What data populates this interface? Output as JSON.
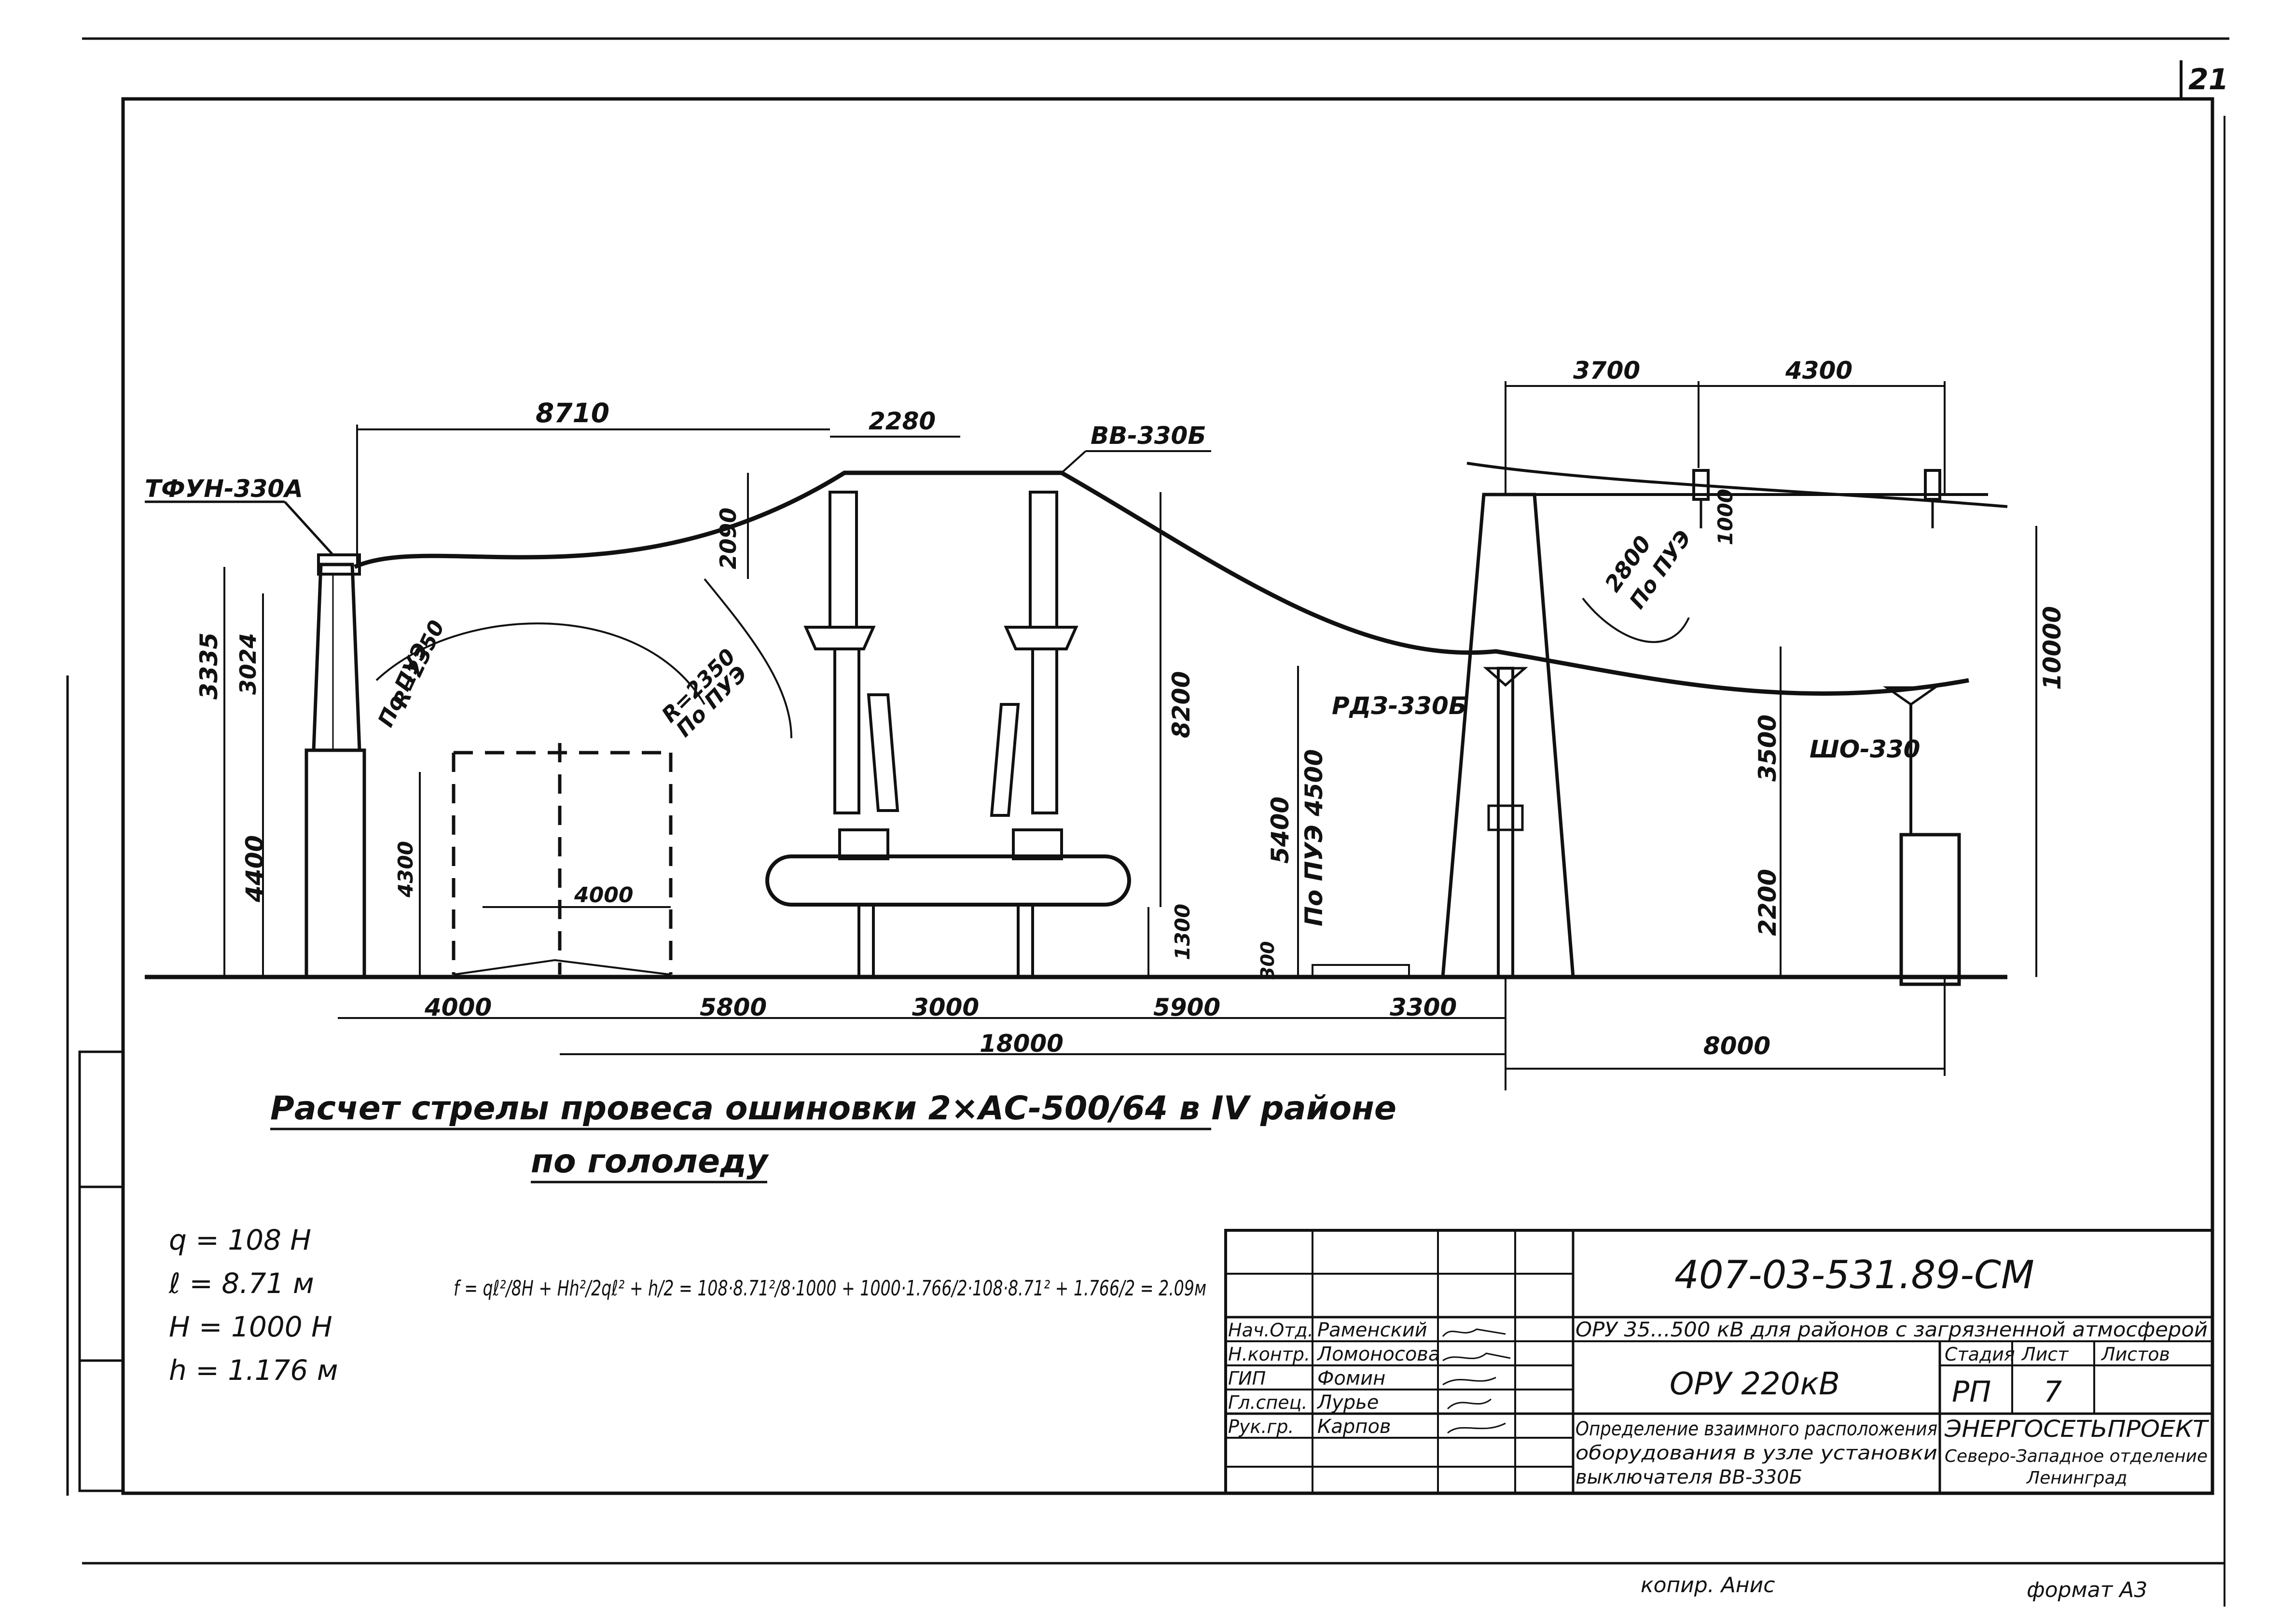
{
  "sheet": {
    "page_number": "21",
    "copied_label": "копир. Анис",
    "format_label": "формат А3"
  },
  "equipment": {
    "tfun": "ТФУН-330А",
    "vv": "ВВ-330Б",
    "rdz": "РДЗ-330Б",
    "sho": "ШО-330"
  },
  "dimensions": {
    "d8710": "8710",
    "d2280": "2280",
    "d3700": "3700",
    "d4300_top": "4300",
    "d2090": "2090",
    "d1000": "1000",
    "d2800": "2800",
    "d2800_note": "По ПУЭ",
    "d10000": "10000",
    "d3335": "3335",
    "d3024": "3024",
    "r2350_left": "R=2350",
    "r2350_left_note": "По ПУЭ",
    "r2350_right": "R=2350",
    "r2350_right_note": "По ПУЭ",
    "d8200": "8200",
    "d5400": "5400",
    "d5400_note": "По ПУЭ 4500",
    "d3500": "3500",
    "d4400": "4400",
    "d4300_mid": "4300",
    "d4000_in": "4000",
    "d1300": "1300",
    "d300": "300",
    "d2200": "2200",
    "b4000": "4000",
    "b5800": "5800",
    "b3000": "3000",
    "b5900": "5900",
    "b3300": "3300",
    "b18000": "18000",
    "b8000": "8000"
  },
  "calculation": {
    "heading_line1": "Расчет стрелы провеса ошиновки 2×АС-500/64 в IV районе",
    "heading_line2": "по гололеду",
    "var_q": "q = 108 Н",
    "var_l": "ℓ = 8.71 м",
    "var_H": "Н = 1000 Н",
    "var_h": "h = 1.176 м",
    "formula": "f = qℓ²/8H + Hh²/2qℓ² + h/2 = 108·8.71²/8·1000 + 1000·1.766/2·108·8.71² + 1.766/2 = 2.09м"
  },
  "title_block": {
    "code": "407-03-531.89-СМ",
    "project": "ОРУ 35...500 кВ для районов с загрязненной атмосферой",
    "object": "ОРУ 220кВ",
    "stage_label": "Стадия",
    "sheet_label": "Лист",
    "sheets_label": "Листов",
    "stage_value": "РП",
    "sheet_value": "7",
    "drawing_title_1": "Определение взаимного расположения",
    "drawing_title_2": "оборудования в узле установки",
    "drawing_title_3": "выключателя ВВ-330Б",
    "org_1": "ЭНЕРГОСЕТЬПРОЕКТ",
    "org_2": "Северо-Западное отделение",
    "org_3": "Ленинград",
    "roles": [
      "Нач.Отд.",
      "Н.контр.",
      "ГИП",
      "Гл.спец.",
      "Рук.гр."
    ],
    "names": [
      "Раменский",
      "Ломоносова",
      "Фомин",
      "Лурье",
      "Карпов"
    ]
  }
}
